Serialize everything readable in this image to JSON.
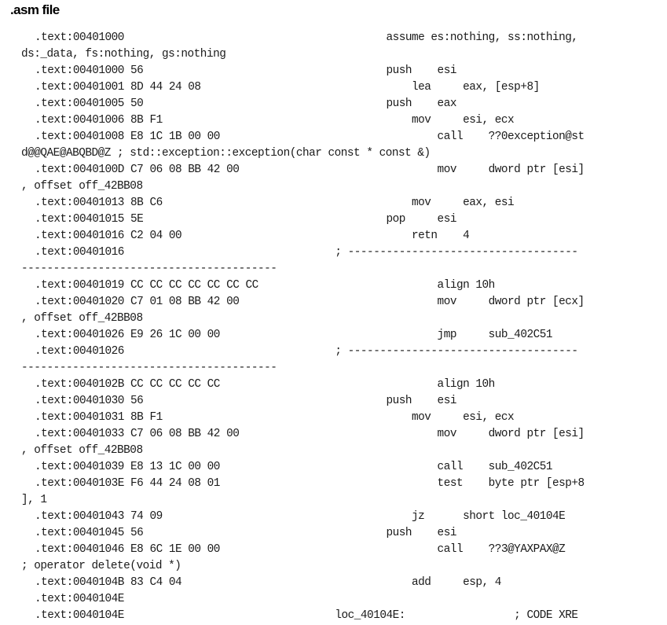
{
  "title": ".asm file",
  "lines": [
    ".text:00401000                                         assume es:nothing, ss:nothing,",
    "ds:_data, fs:nothing, gs:nothing",
    ".text:00401000 56                                      push    esi",
    ".text:00401001 8D 44 24 08                                 lea     eax, [esp+8]",
    ".text:00401005 50                                      push    eax",
    ".text:00401006 8B F1                                       mov     esi, ecx",
    ".text:00401008 E8 1C 1B 00 00                                  call    ??0exception@st",
    "d@@QAE@ABQBD@Z ; std::exception::exception(char const * const &)",
    ".text:0040100D C7 06 08 BB 42 00                               mov     dword ptr [esi]",
    ", offset off_42BB08",
    ".text:00401013 8B C6                                       mov     eax, esi",
    ".text:00401015 5E                                      pop     esi",
    ".text:00401016 C2 04 00                                    retn    4",
    ".text:00401016                                 ; ------------------------------------",
    "----------------------------------------",
    ".text:00401019 CC CC CC CC CC CC CC                            align 10h",
    ".text:00401020 C7 01 08 BB 42 00                               mov     dword ptr [ecx]",
    ", offset off_42BB08",
    ".text:00401026 E9 26 1C 00 00                                  jmp     sub_402C51",
    ".text:00401026                                 ; ------------------------------------",
    "----------------------------------------",
    ".text:0040102B CC CC CC CC CC                                  align 10h",
    ".text:00401030 56                                      push    esi",
    ".text:00401031 8B F1                                       mov     esi, ecx",
    ".text:00401033 C7 06 08 BB 42 00                               mov     dword ptr [esi]",
    ", offset off_42BB08",
    ".text:00401039 E8 13 1C 00 00                                  call    sub_402C51",
    ".text:0040103E F6 44 24 08 01                                  test    byte ptr [esp+8",
    "], 1",
    ".text:00401043 74 09                                       jz      short loc_40104E",
    ".text:00401045 56                                      push    esi",
    ".text:00401046 E8 6C 1E 00 00                                  call    ??3@YAXPAX@Z",
    "; operator delete(void *)",
    ".text:0040104B 83 C4 04                                    add     esp, 4",
    ".text:0040104E",
    ".text:0040104E                                 loc_40104E:                 ; CODE XRE"
  ]
}
